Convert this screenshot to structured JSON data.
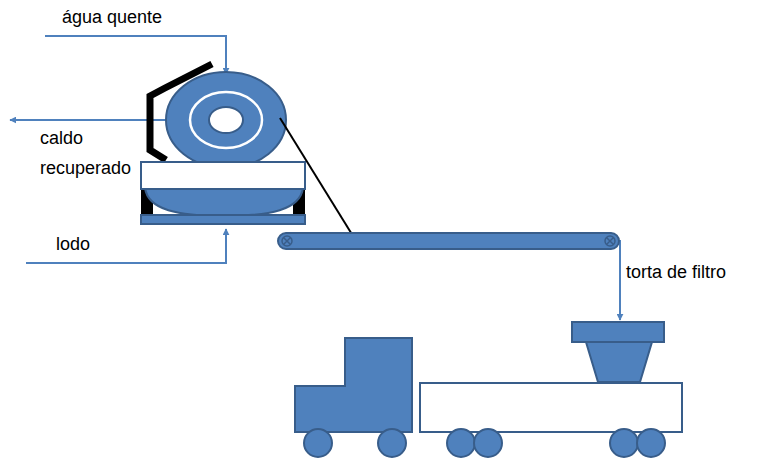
{
  "diagram": {
    "labels": [
      "água quente",
      "caldo recuperado",
      "lodo",
      "torta de filtro"
    ]
  }
}
